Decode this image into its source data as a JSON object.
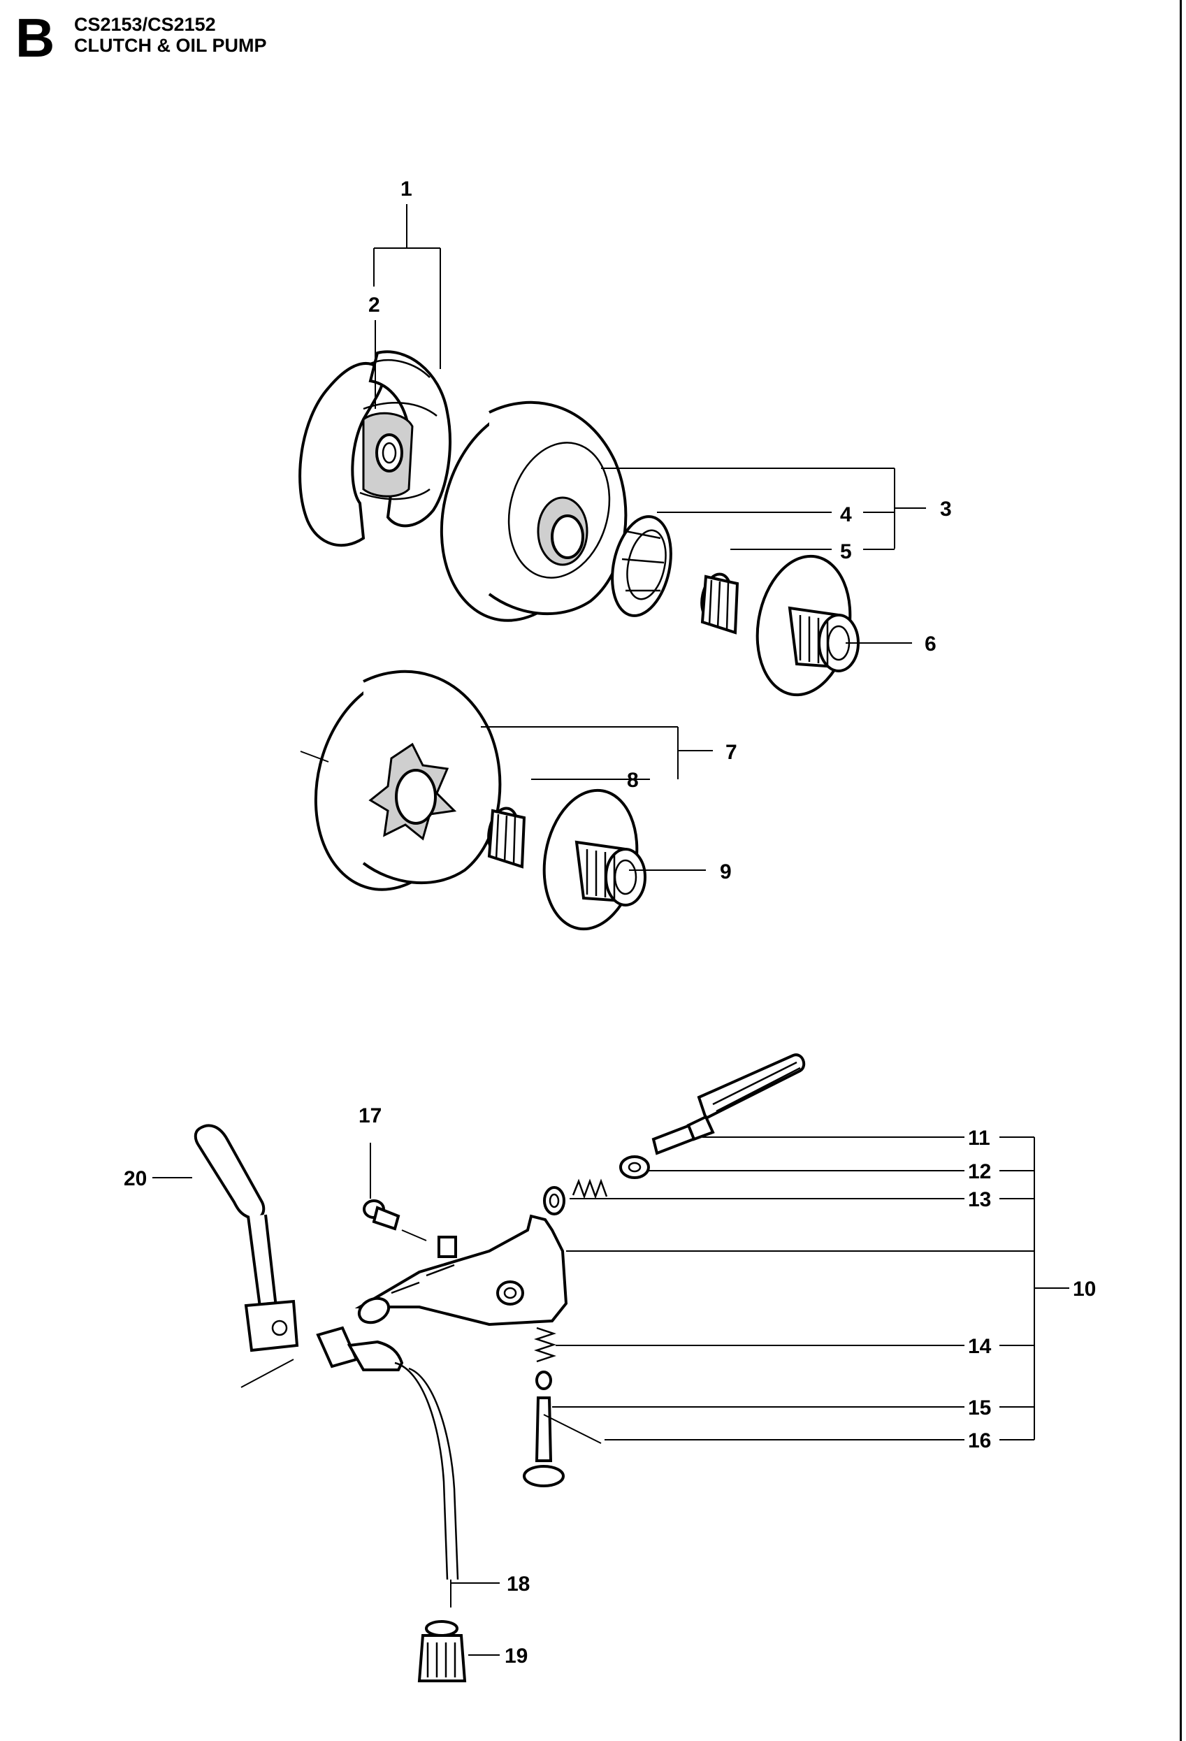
{
  "header": {
    "section_letter": "B",
    "models": "CS2153/CS2152",
    "title": "CLUTCH & OIL PUMP"
  },
  "callouts": {
    "c1": "1",
    "c2": "2",
    "c3": "3",
    "c4": "4",
    "c5": "5",
    "c6": "6",
    "c7": "7",
    "c8": "8",
    "c9": "9",
    "c10": "10",
    "c11": "11",
    "c12": "12",
    "c13": "13",
    "c14": "14",
    "c15": "15",
    "c16": "16",
    "c17": "17",
    "c18": "18",
    "c19": "19",
    "c20": "20"
  }
}
